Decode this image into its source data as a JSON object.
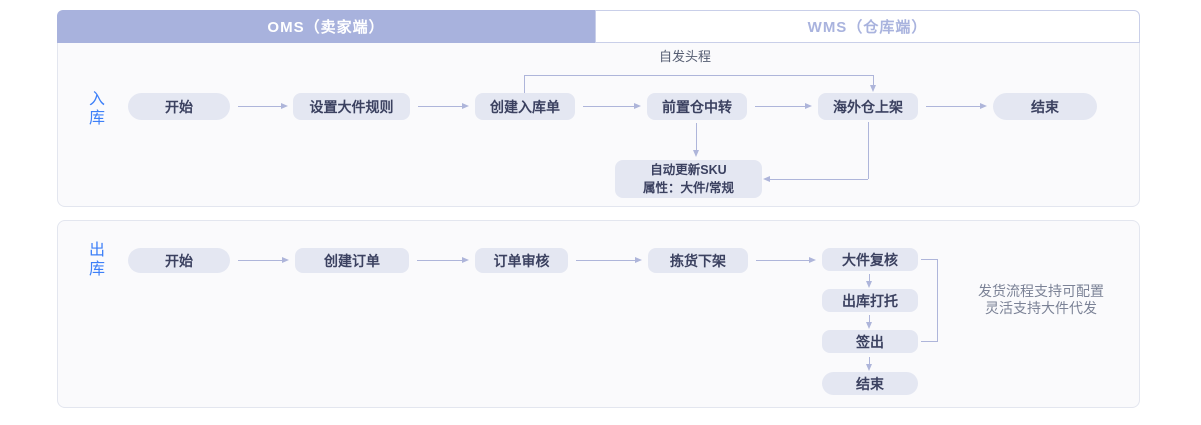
{
  "colors": {
    "header_fill": "#a8b2dd",
    "header_oms_text": "#ffffff",
    "wms_text": "#a9b3de",
    "panel_bg": "#fafafc",
    "panel_border": "#e3e6ef",
    "node_fill": "#e4e7f2",
    "node_text": "#3b4160",
    "connector": "#aeb5da",
    "row_label": "#3e80f8",
    "bypass_text": "#555d72",
    "note_text": "#7b8296"
  },
  "header": {
    "oms": "OMS（卖家端）",
    "wms": "WMS（仓库端）"
  },
  "inbound": {
    "label": "入库",
    "nodes": {
      "start": "开始",
      "set_bulky_rules": "设置大件规则",
      "create_inbound_order": "创建入库单",
      "front_warehouse_transit": "前置仓中转",
      "overseas_putaway": "海外仓上架",
      "end": "结束"
    },
    "bypass_label": "自发头程",
    "sku_update_box": {
      "line1": "自动更新SKU",
      "line2": "属性：大件/常规"
    }
  },
  "outbound": {
    "label": "出库",
    "nodes": {
      "start": "开始",
      "create_order": "创建订单",
      "order_review": "订单审核",
      "pick_off_shelf": "拣货下架",
      "bulky_recheck": "大件复核",
      "outbound_palletize": "出库打托",
      "sign_out": "签出",
      "end": "结束"
    },
    "note": {
      "line1": "发货流程支持可配置",
      "line2": "灵活支持大件代发"
    }
  }
}
